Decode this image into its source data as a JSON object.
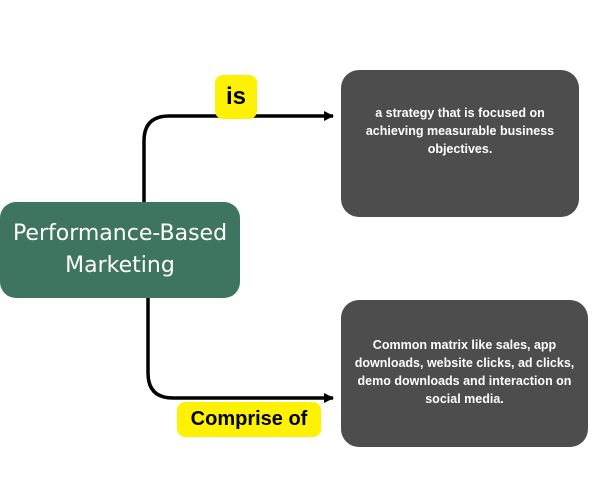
{
  "central_node": {
    "line1": "Performance-Based",
    "line2": "Marketing"
  },
  "relations": {
    "top_label": "is",
    "bottom_label": "Comprise of"
  },
  "boxes": {
    "top_text": "a strategy that is focused on achieving measurable business objectives.",
    "bottom_text": "Common matrix like sales, app downloads, website clicks, ad clicks, demo downloads and interaction on social media."
  },
  "colors": {
    "central_fill": "#3d7560",
    "box_fill": "#4d4d4d",
    "label_fill": "#fff200",
    "connector": "#000000"
  }
}
